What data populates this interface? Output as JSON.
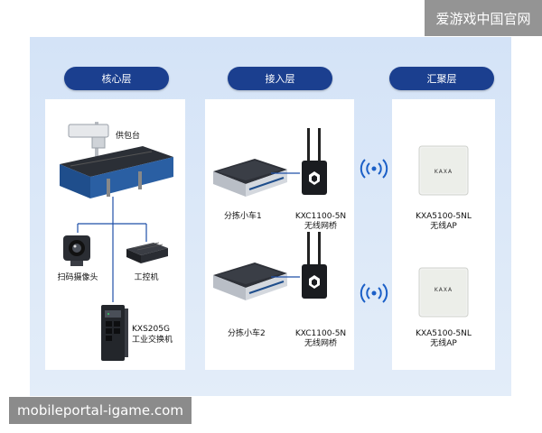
{
  "layers": {
    "core": "核心层",
    "access": "接入层",
    "aggregation": "汇聚层"
  },
  "core_devices": {
    "feeding_station": "供包台",
    "scanner_camera": "扫码摄像头",
    "industrial_pc": "工控机",
    "switch_model": "KXS205G",
    "switch_name": "工业交换机"
  },
  "access_devices": [
    {
      "cart": "分拣小车1",
      "bridge_model": "KXC1100-5N",
      "bridge_name": "无线网桥"
    },
    {
      "cart": "分拣小车2",
      "bridge_model": "KXC1100-5N",
      "bridge_name": "无线网桥"
    }
  ],
  "aggregation_devices": [
    {
      "model": "KXA5100-5NL",
      "name": "无线AP",
      "brand": "KAXA"
    },
    {
      "model": "KXA5100-5NL",
      "name": "无线AP",
      "brand": "KAXA"
    }
  ],
  "watermarks": {
    "top": "爱游戏中国官网",
    "bottom": "mobileportal-igame.com"
  },
  "colors": {
    "pill": "#1b3f8f",
    "wifi": "#1b5fc7",
    "link": "#1f4fa8",
    "machine": "#1f4e8c"
  }
}
